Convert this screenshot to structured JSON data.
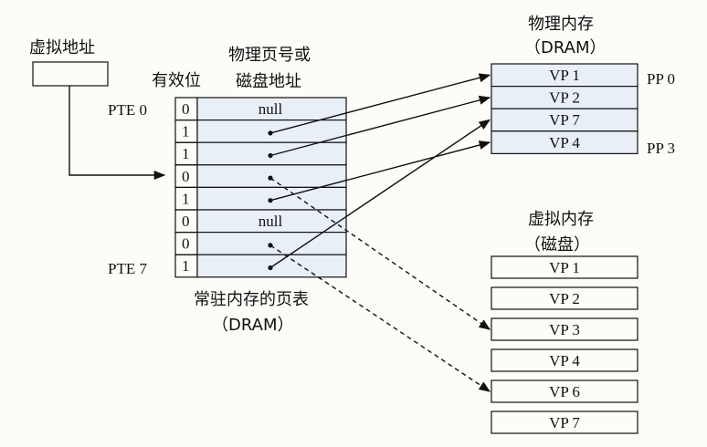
{
  "virtual_address": {
    "label": "虚拟地址"
  },
  "page_table": {
    "valid_header": "有效位",
    "ppn_header_line1": "物理页号或",
    "ppn_header_line2": "磁盘地址",
    "first_label": "PTE 0",
    "last_label": "PTE 7",
    "caption_line1": "常驻内存的页表",
    "caption_line2": "（DRAM）",
    "rows": [
      {
        "valid": "0",
        "entry": "null"
      },
      {
        "valid": "1",
        "entry": ""
      },
      {
        "valid": "1",
        "entry": ""
      },
      {
        "valid": "0",
        "entry": ""
      },
      {
        "valid": "1",
        "entry": ""
      },
      {
        "valid": "0",
        "entry": "null"
      },
      {
        "valid": "0",
        "entry": ""
      },
      {
        "valid": "1",
        "entry": ""
      }
    ]
  },
  "physical_memory": {
    "title_line1": "物理内存",
    "title_line2": "（DRAM）",
    "first_label": "PP 0",
    "last_label": "PP 3",
    "pages": [
      "VP 1",
      "VP 2",
      "VP 7",
      "VP 4"
    ]
  },
  "virtual_memory": {
    "title_line1": "虚拟内存",
    "title_line2": "（磁盘）",
    "pages": [
      "VP 1",
      "VP 2",
      "VP 3",
      "VP 4",
      "VP 6",
      "VP 7"
    ]
  },
  "mappings": [
    {
      "pte": 1,
      "to": "physical",
      "index": 0
    },
    {
      "pte": 2,
      "to": "physical",
      "index": 1
    },
    {
      "pte": 4,
      "to": "physical",
      "index": 3
    },
    {
      "pte": 7,
      "to": "physical",
      "index": 2
    },
    {
      "pte": 3,
      "to": "disk",
      "index": 2
    },
    {
      "pte": 6,
      "to": "disk",
      "index": 4
    }
  ]
}
